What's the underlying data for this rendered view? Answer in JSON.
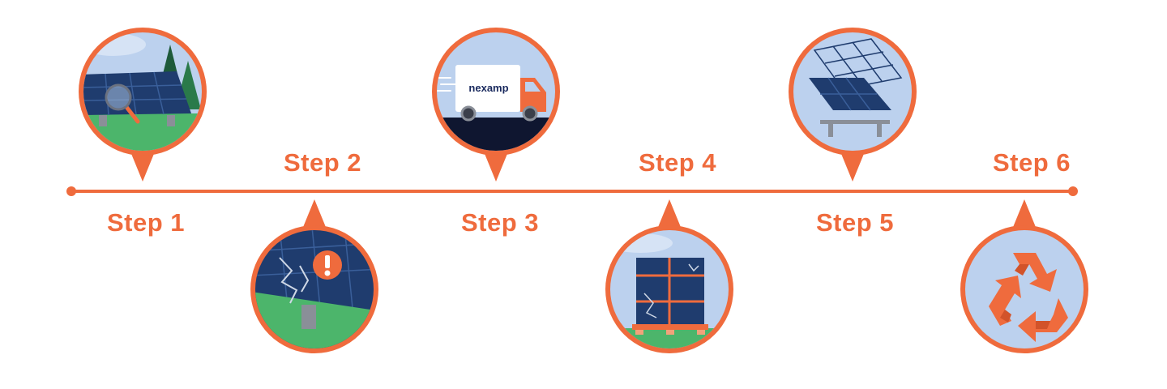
{
  "colors": {
    "accent": "#ef6b3d",
    "sky": "#bcd1ee",
    "panel": "#1f3c6e",
    "grass": "#4cb56b",
    "truck_brand": "#1a2a5e"
  },
  "timeline": {
    "steps": [
      {
        "label": "Step 1",
        "icon": "solar-inspection-icon"
      },
      {
        "label": "Step 2",
        "icon": "damaged-panel-alert-icon"
      },
      {
        "label": "Step 3",
        "icon": "delivery-truck-icon"
      },
      {
        "label": "Step 4",
        "icon": "broken-panels-pallet-icon"
      },
      {
        "label": "Step 5",
        "icon": "panel-disassembly-icon"
      },
      {
        "label": "Step 6",
        "icon": "recycle-icon"
      }
    ]
  },
  "truck": {
    "brand_text": "nexamp"
  }
}
